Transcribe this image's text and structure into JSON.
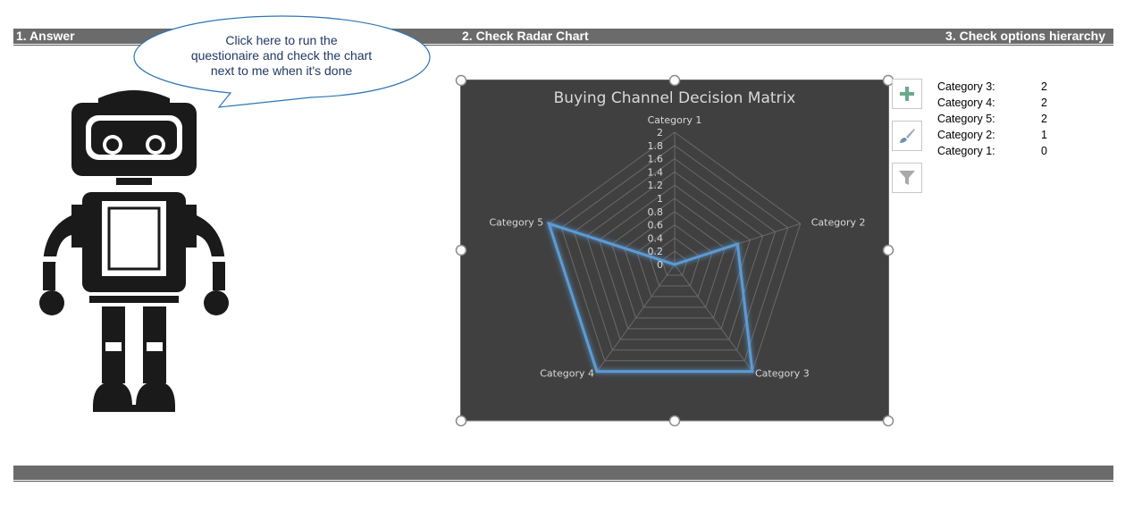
{
  "headers": {
    "answer": "1. Answer",
    "check_radar": "2. Check Radar Chart",
    "check_options": "3. Check options hierarchy"
  },
  "bubble": {
    "line1": "Click here to run the",
    "line2": "questionaire and check the chart",
    "line3": "next to me when it's done"
  },
  "chart_data": {
    "type": "radar",
    "title": "Buying Channel Decision Matrix",
    "categories": [
      "Category 1",
      "Category 2",
      "Category 3",
      "Category 4",
      "Category 5"
    ],
    "series": [
      {
        "values": [
          0,
          1,
          2,
          2,
          2
        ]
      }
    ],
    "ylim": [
      0,
      2
    ],
    "ticks": [
      "0",
      "0.2",
      "0.4",
      "0.6",
      "0.8",
      "1",
      "1.2",
      "1.4",
      "1.6",
      "1.8",
      "2"
    ],
    "tick_values": [
      0,
      0.2,
      0.4,
      0.6,
      0.8,
      1,
      1.2,
      1.4,
      1.6,
      1.8,
      2
    ],
    "grid": true,
    "background": "#404040",
    "line_color": "#5b9bd5"
  },
  "options": [
    {
      "category": "Category 3:",
      "value": "2"
    },
    {
      "category": "Category 4:",
      "value": "2"
    },
    {
      "category": "Category 5:",
      "value": "2"
    },
    {
      "category": "Category 2:",
      "value": "1"
    },
    {
      "category": "Category 1:",
      "value": "0"
    }
  ],
  "chart_tools": [
    "add-element-icon",
    "brush-icon",
    "filter-icon"
  ]
}
